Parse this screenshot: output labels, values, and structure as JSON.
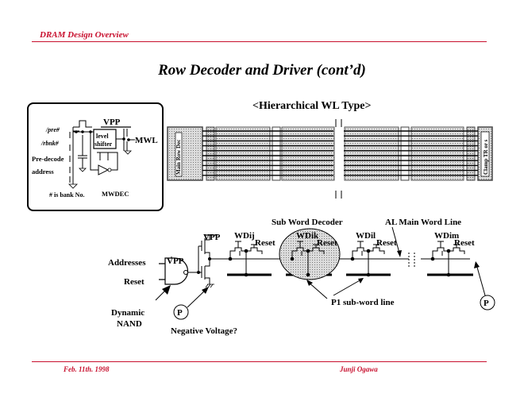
{
  "header": {
    "section_title": "DRAM Design Overview",
    "accent_color": "#c8102e"
  },
  "slide": {
    "title": "Row Decoder and Driver (cont’d)"
  },
  "mwdec_box": {
    "signals": [
      "/pre#",
      "/rbnk#",
      "Pre-decode",
      "address"
    ],
    "supply": "VPP",
    "level_shifter": [
      "level",
      "shifter"
    ],
    "output": "MWL",
    "note": "# is bank No.",
    "name": "MWDEC"
  },
  "hier_wl": {
    "title": "<Hierarchical WL Type>",
    "left_block": "Main Row Dec",
    "right_block": "Clamp TR or s",
    "rows": 10
  },
  "circuit": {
    "addresses": "Addresses",
    "reset": "Reset",
    "vpp_nand": "VPP",
    "vpp_driver": "VPP",
    "dynamic": "Dynamic",
    "nand": "NAND",
    "p_label": "P",
    "negative_voltage": "Negative Voltage?",
    "sub_word_decoder": "Sub Word Decoder",
    "main_word_line": "AL Main Word Line",
    "sub_word_line": "P1  sub-word line",
    "drivers": [
      {
        "wd": "WDij",
        "reset": "Reset"
      },
      {
        "wd": "WDik",
        "reset": "Reset"
      },
      {
        "wd": "WDil",
        "reset": "Reset"
      },
      {
        "wd": "WDim",
        "reset": "Reset"
      }
    ]
  },
  "footer": {
    "date": "Feb.  11th. 1998",
    "author": "Junji  Ogawa"
  }
}
